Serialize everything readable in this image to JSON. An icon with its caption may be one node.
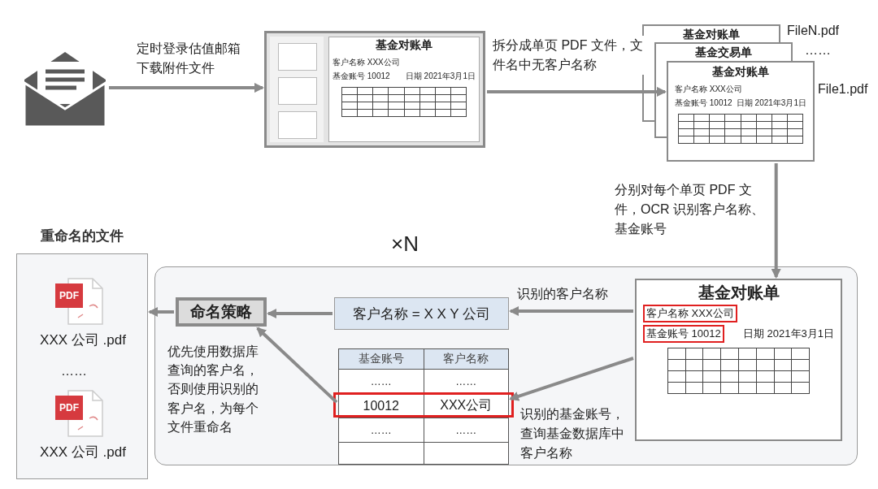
{
  "diagram": {
    "nodes": [
      {
        "text": [],
        "shape": "envelope"
      },
      {
        "text": [
          "基金对账单",
          "客户名称  XXX公司",
          "基金账号 10012",
          "日期  2021年3月1日"
        ]
      },
      {
        "text": [
          "基金对账单"
        ],
        "beside": [
          "FileN.pdf"
        ]
      },
      {
        "text": [
          "基金交易单"
        ],
        "beside": [
          "……"
        ]
      },
      {
        "text": [
          "基金对账单",
          "客户名称  XXX公司",
          "基金账号 10012",
          "日期  2021年3月1日"
        ],
        "beside": [
          "File1.pdf"
        ]
      },
      {
        "text": [
          "×N"
        ]
      },
      {
        "text": [
          "基金对账单",
          "客户名称  XXX公司",
          "基金账号  10012",
          "日期  2021年3月1日"
        ],
        "in": 5
      },
      {
        "text": [
          "客户名称 = X X Y 公司"
        ],
        "in": 5
      },
      {
        "text": [
          "基金账号",
          "客户名称",
          "……",
          "……",
          "10012",
          "XXX公司",
          "……",
          "……"
        ],
        "in": 5
      },
      {
        "text": [
          "命名策略"
        ],
        "in": 5,
        "beside": [
          "优先使用数据库查询的客户名，否则使用识别的客户名，为每个文件重命名"
        ]
      },
      {
        "text": [
          "重命名的文件"
        ]
      },
      {
        "text": [
          "PDF",
          "XXX 公司 .pdf"
        ],
        "in": 10
      },
      {
        "text": [
          "PDF",
          "XXX 公司 .pdf"
        ],
        "in": 10
      }
    ],
    "edges": [
      {
        "from": 0,
        "to": 1,
        "arrow": "to",
        "label": "定时登录估值邮箱下载附件文件"
      },
      {
        "from": 1,
        "to": 4,
        "arrow": "to",
        "label": "拆分成单页 PDF 文件，文件名中无客户名称"
      },
      {
        "from": 4,
        "to": 6,
        "arrow": "to",
        "label": "分别对每个单页 PDF 文件，OCR 识别客户名称、基金账号"
      },
      {
        "from": 6,
        "to": 7,
        "arrow": "to",
        "label": "识别的客户名称"
      },
      {
        "from": 6,
        "to": 8,
        "arrow": "to",
        "label": "识别的基金账号，查询基金数据库中客户名称"
      },
      {
        "from": 7,
        "to": 9,
        "arrow": "to"
      },
      {
        "from": 8,
        "to": 9,
        "arrow": "to"
      },
      {
        "from": 9,
        "to": 10,
        "arrow": "to"
      }
    ],
    "labels": [
      "……"
    ]
  }
}
